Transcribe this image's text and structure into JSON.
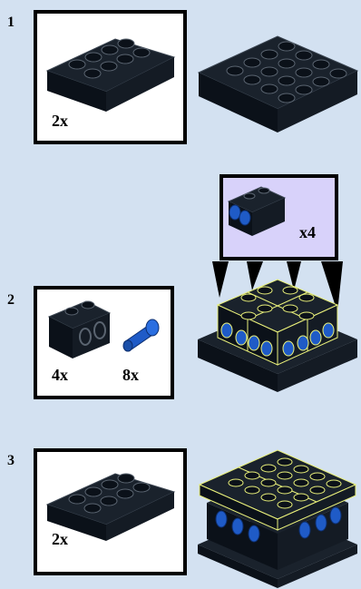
{
  "steps": [
    {
      "number": "1",
      "parts": [
        {
          "name": "brick 2x4",
          "qty": "2x"
        }
      ]
    },
    {
      "number": "2",
      "parts": [
        {
          "name": "technic brick 1x2 with holes",
          "qty": "4x"
        },
        {
          "name": "technic pin",
          "qty": "8x"
        }
      ],
      "callout_qty": "x4"
    },
    {
      "number": "3",
      "parts": [
        {
          "name": "brick 2x4",
          "qty": "2x"
        }
      ]
    }
  ],
  "colors": {
    "background": "#d3e1f1",
    "brick": "#0b1119",
    "highlight": "#e9f07a",
    "pin": "#1f5bc7",
    "callout": "#d8d2fa"
  }
}
